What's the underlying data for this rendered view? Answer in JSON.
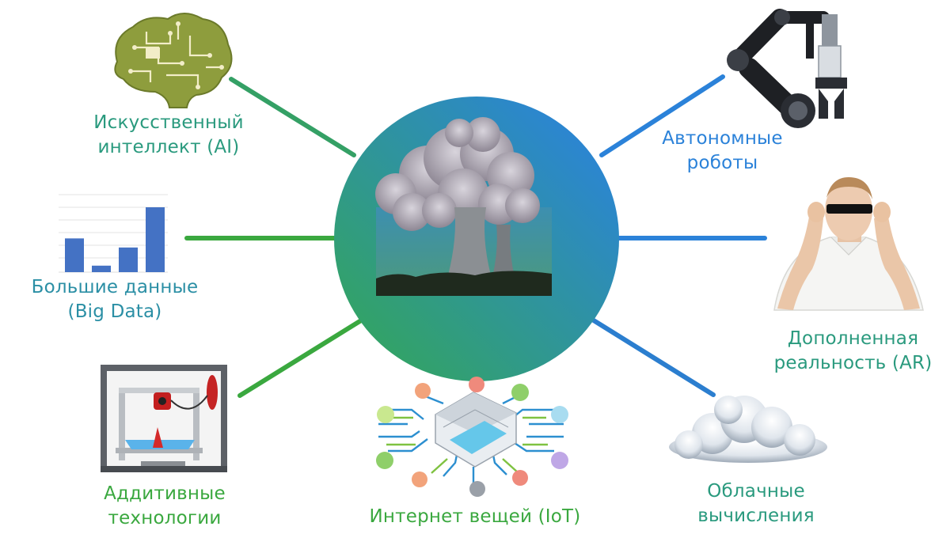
{
  "hub": {
    "picture": "cooling-towers-photo"
  },
  "colors": {
    "hub_gradient_start": "#34a853",
    "hub_gradient_end": "#2b7fe0",
    "green": "#3aa83f",
    "teal": "#2aa087",
    "blue": "#2b82d9"
  },
  "nodes": {
    "ai": {
      "line1": "Искусственный",
      "line2": "интеллект (AI)",
      "icon": "brain-circuit-icon"
    },
    "bigdata": {
      "line1": "Большие данные",
      "line2": "(Big Data)",
      "icon": "bar-chart-icon",
      "bars": [
        52,
        10,
        38,
        100
      ]
    },
    "additive": {
      "line1": "Аддитивные",
      "line2": "технологии",
      "icon": "3d-printer-icon"
    },
    "iot": {
      "line1": "Интернет вещей (IoT)",
      "icon": "smart-house-icon"
    },
    "cloud": {
      "line1": "Облачные",
      "line2": "вычисления",
      "icon": "cloud-icon"
    },
    "ar": {
      "line1": "Дополненная",
      "line2": "реальность (AR)",
      "icon": "ar-glasses-person-icon"
    },
    "robots": {
      "line1": "Автономные",
      "line2": "роботы",
      "icon": "robot-arm-icon"
    }
  }
}
